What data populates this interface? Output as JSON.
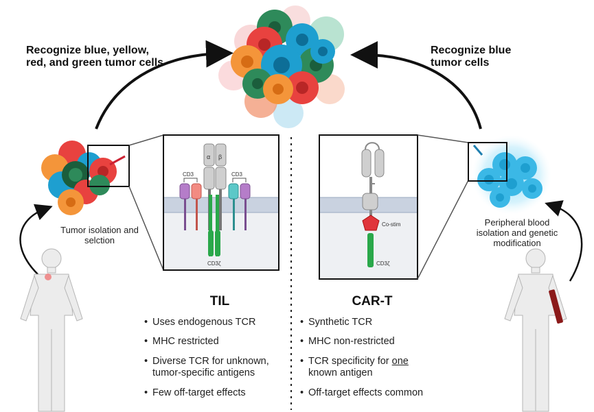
{
  "left": {
    "heading_line1": "Recognize blue, yellow,",
    "heading_line2": "red, and green tumor cells",
    "caption_line1": "Tumor isolation and",
    "caption_line2": "selction",
    "title": "TIL",
    "bullets": [
      "Uses endogenous TCR",
      "MHC restricted",
      "Diverse TCR for unknown,",
      "tumor-specific antigens",
      "Few off-target effects"
    ],
    "inset": {
      "alpha": "α",
      "beta": "β",
      "cd3_left": "CD3",
      "cd3_right": "CD3",
      "cd3z": "CD3ζ"
    }
  },
  "right": {
    "heading_line1": "Recognize blue",
    "heading_line2": "tumor cells",
    "caption_line1": "Peripheral blood",
    "caption_line2": "isolation and genetic",
    "caption_line3": "modification",
    "title": "CAR-T",
    "bullets": [
      "Synthetic TCR",
      "MHC non-restricted",
      "TCR specificity for",
      "one",
      "known antigen",
      "Off-target effects common"
    ],
    "inset": {
      "costim": "Co-stim",
      "cd3z": "CD3ζ"
    }
  },
  "colors": {
    "tumor_blue": "#1e9fd0",
    "tumor_red": "#e8423f",
    "tumor_orange": "#f4953a",
    "tumor_green": "#2e8a5a",
    "membrane": "#b8c4d6",
    "cd3z_green": "#2aa84a",
    "costim_red": "#e0353b",
    "blood_red": "#8b1a1a"
  }
}
